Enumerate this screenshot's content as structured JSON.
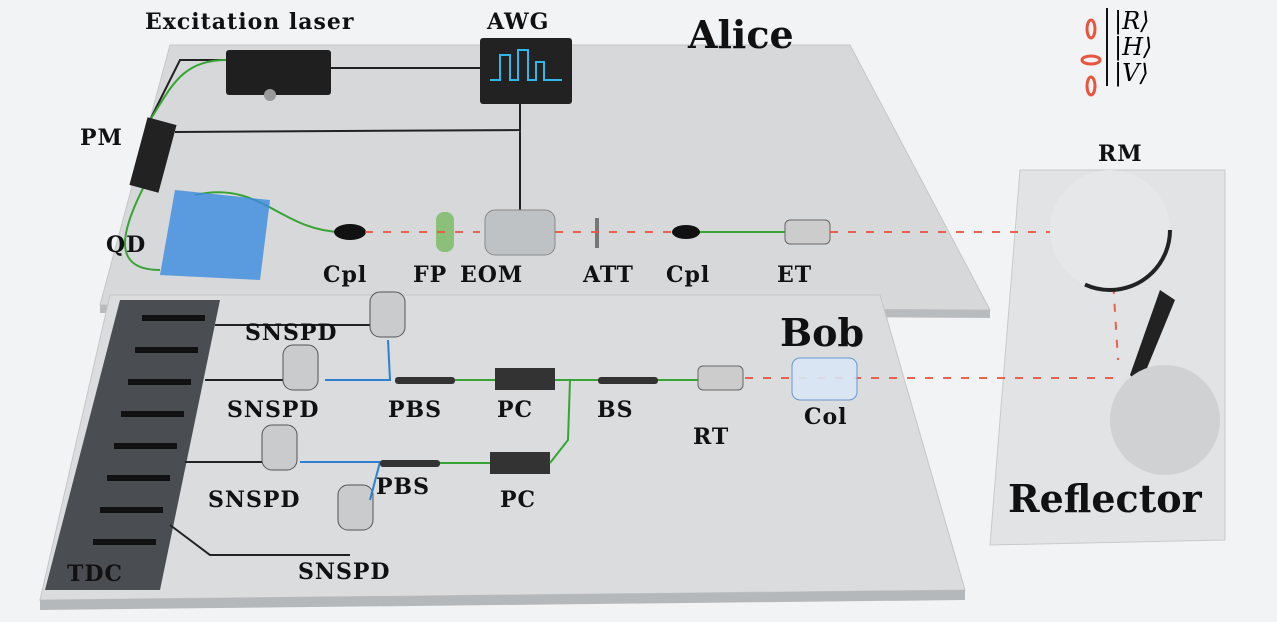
{
  "title_alice": "Alice",
  "title_bob": "Bob",
  "title_reflector": "Reflector",
  "alice": {
    "excitation_laser": "Excitation laser",
    "awg": "AWG",
    "pm": "PM",
    "qd": "QD",
    "cpl1": "Cpl",
    "fp": "FP",
    "eom": "EOM",
    "att": "ATT",
    "cpl2": "Cpl",
    "et": "ET"
  },
  "reflector": {
    "rm": "RM"
  },
  "bob": {
    "snspd1": "SNSPD",
    "snspd2": "SNSPD",
    "snspd3": "SNSPD",
    "snspd4": "SNSPD",
    "pbs1": "PBS",
    "pbs2": "PBS",
    "pc1": "PC",
    "pc2": "PC",
    "bs": "BS",
    "rt": "RT",
    "col": "Col",
    "tdc": "TDC"
  },
  "legend": {
    "items": [
      "|R⟩",
      "|H⟩",
      "|V⟩"
    ]
  },
  "colors": {
    "photon": "#e8553e",
    "fiber": "#3aa335",
    "blue_fiber": "#2f7fd0",
    "platform": "#d9dbdd"
  }
}
